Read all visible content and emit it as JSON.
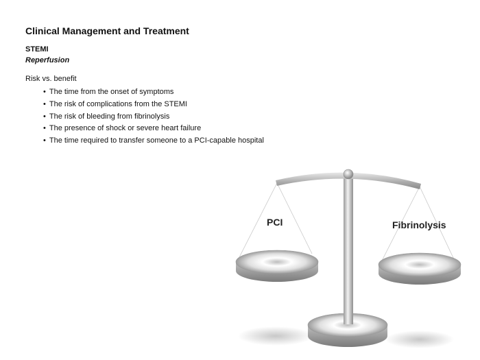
{
  "page": {
    "title": "Clinical Management and Treatment",
    "section": "STEMI",
    "subsection": "Reperfusion",
    "intro": "Risk vs. benefit",
    "bullets": [
      "The time from the onset of symptoms",
      "The risk of complications from the STEMI",
      "The risk of bleeding from fibrinolysis",
      "The presence of shock or severe heart failure",
      "The time required to transfer someone to a PCI-capable hospital"
    ]
  },
  "scale": {
    "left_pan_label": "PCI",
    "right_pan_label": "Fibrinolysis"
  }
}
